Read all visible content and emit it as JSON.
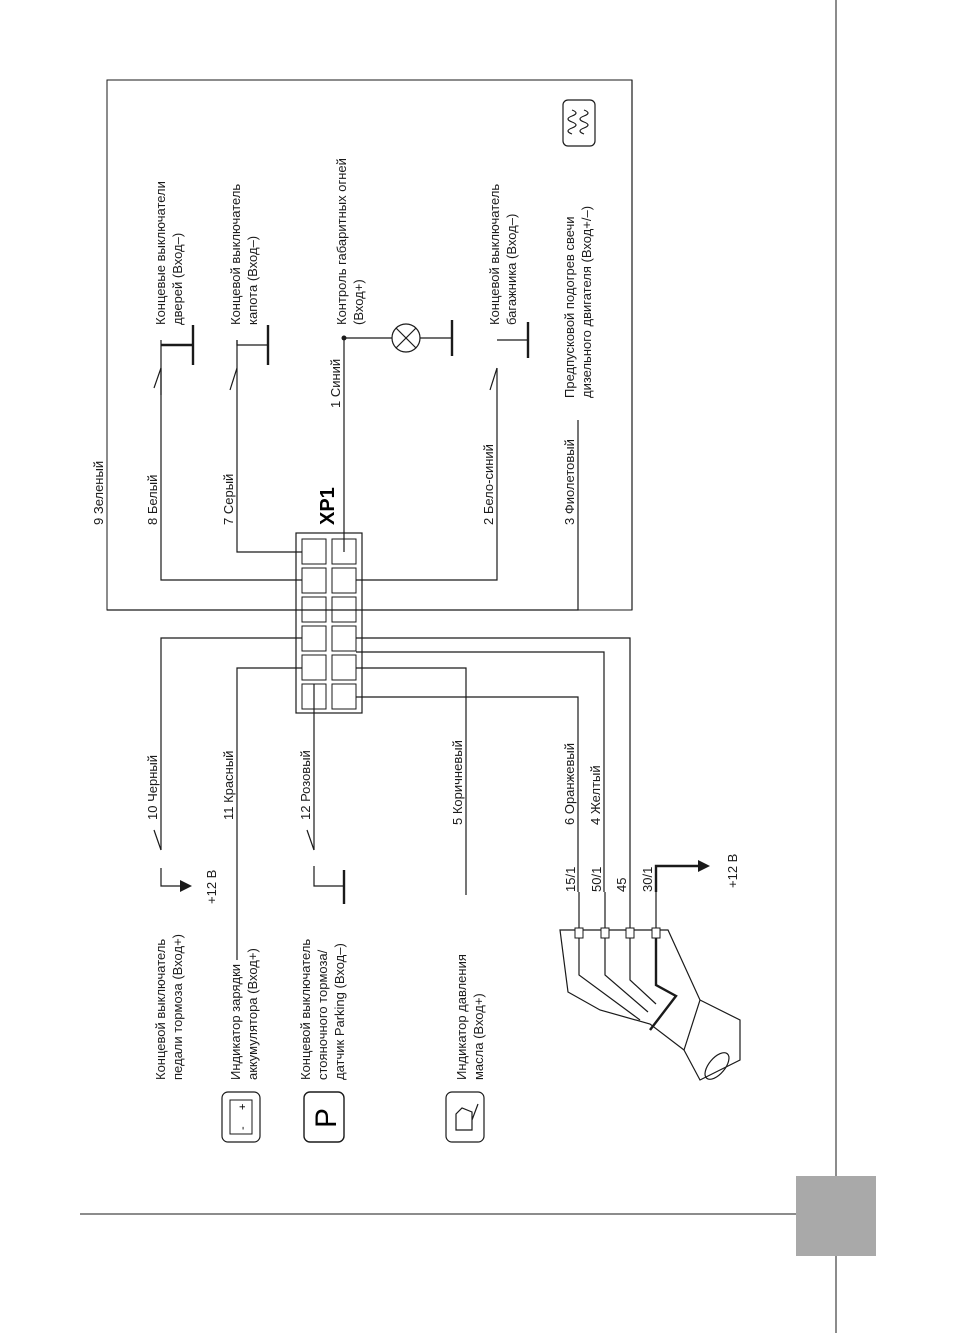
{
  "connector": {
    "name": "XP1"
  },
  "wires": {
    "w1": "1 Синий",
    "w2": "2 Бело-синий",
    "w3": "3 Фиолетовый",
    "w4": "4 Желтый",
    "w5": "5 Коричневый",
    "w6": "6 Оранжевый",
    "w7": "7 Серый",
    "w8": "8 Белый",
    "w9": "9 Зеленый",
    "w10": "10 Черный",
    "w11": "11 Красный",
    "w12": "12 Розовый"
  },
  "devices": {
    "doors": [
      "Концевые выключатели",
      "дверей (Вход–)"
    ],
    "hood": [
      "Концевой выключатель",
      "капота (Вход–)"
    ],
    "side_lights": [
      "Контроль габаритных огней",
      "(Вход+)"
    ],
    "trunk": [
      "Концевой выключатель",
      "багажника (Вход–)"
    ],
    "glow_plug": [
      "Предпусковой подогрев свечи",
      "дизельного двигателя (Вход+/–)"
    ],
    "brake_pedal": [
      "Концевой выключатель",
      "педали тормоза (Вход+)"
    ],
    "battery": [
      "Индикатор зарядки",
      "аккумулятора (Вход+)"
    ],
    "parking": [
      "Концевой выключатель",
      "стояночного тормоза/",
      "датчик Parking (Вход–)"
    ],
    "oil": [
      "Индикатор давления",
      "масла (Вход+)"
    ]
  },
  "supply": {
    "brake_plus": "+12 В",
    "ignition_plus": "+12 В"
  },
  "ignition_terminals": [
    "15/1",
    "50/1",
    "45",
    "30/1"
  ],
  "icons": {
    "parking_letter": "P",
    "battery_plus": "+",
    "battery_minus": "-",
    "glow": "coil-icon",
    "oil": "oil-can-icon"
  }
}
